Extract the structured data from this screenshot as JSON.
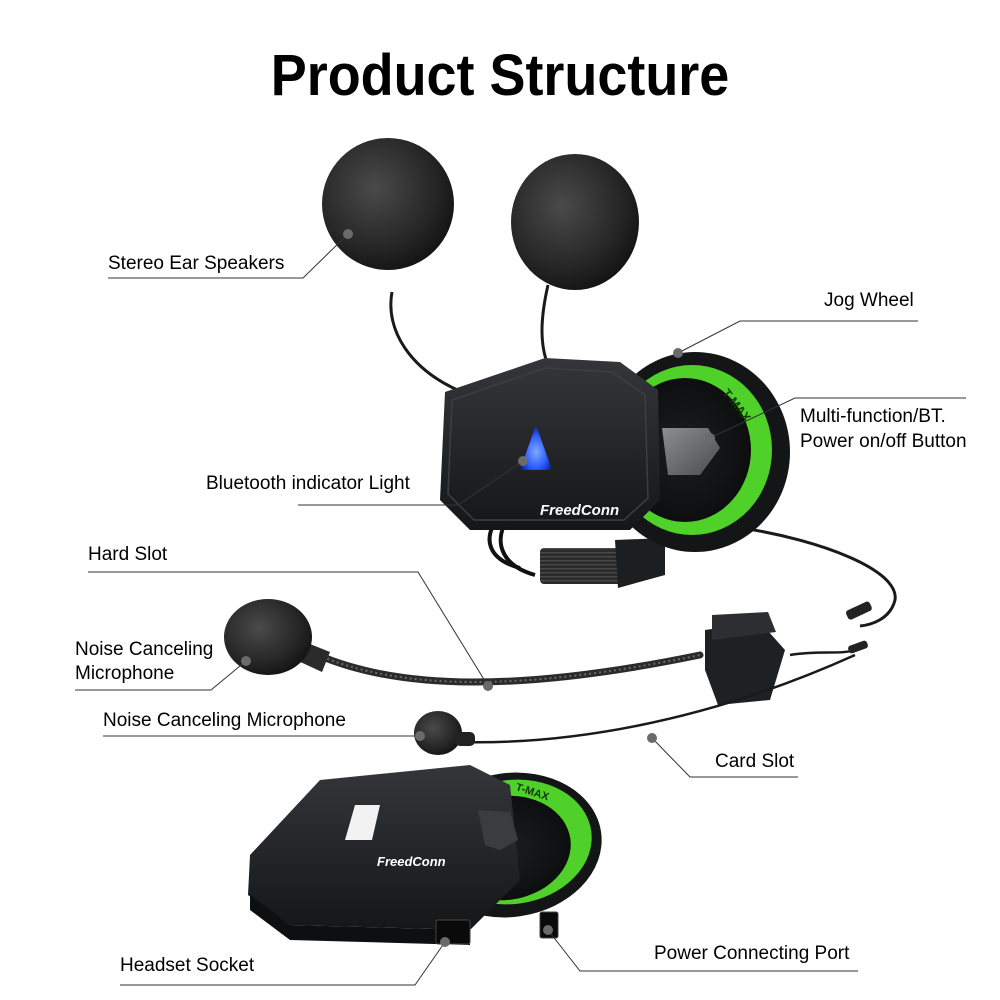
{
  "title": "Product Structure",
  "labels": {
    "stereo_ear_speakers": "Stereo Ear Speakers",
    "jog_wheel": "Jog Wheel",
    "multi_function_line1": "Multi-function/BT.",
    "multi_function_line2": "Power on/off Button",
    "bluetooth_indicator": "Bluetooth indicator Light",
    "hard_slot": "Hard Slot",
    "noise_mic_boom_line1": "Noise Canceling",
    "noise_mic_boom_line2": "Microphone",
    "noise_mic_wired": "Noise Canceling Microphone",
    "card_slot": "Card Slot",
    "headset_socket": "Headset Socket",
    "power_port": "Power Connecting Port"
  },
  "brand": {
    "logo_text": "FreedConn",
    "model_text": "T-MAX"
  },
  "colors": {
    "accent_green": "#4fd12a",
    "body_dark": "#1e1f21",
    "led_blue": "#2d5bff",
    "leader_line": "#333333"
  }
}
